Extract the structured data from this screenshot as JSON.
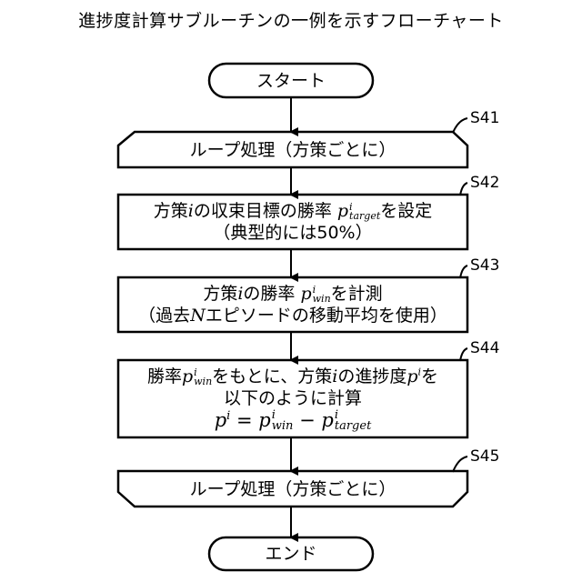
{
  "title": "進捗度計算サブルーチンの一例を示すフローチャート",
  "start": {
    "label": "スタート"
  },
  "end": {
    "label": "エンド"
  },
  "steps": {
    "s41": {
      "id": "S41",
      "label": "ループ処理（方策ごとに）"
    },
    "s42": {
      "id": "S42",
      "line1_pre": "方策",
      "line1_var": "i",
      "line1_mid": "の収束目標の勝率",
      "p": "p",
      "sup": "i",
      "sub": "target",
      "line1_post": "を設定",
      "line2": "（典型的には50%）"
    },
    "s43": {
      "id": "S43",
      "line1_pre": "方策",
      "line1_var": "i",
      "line1_mid": "の勝率",
      "p": "p",
      "sup": "i",
      "sub": "win",
      "line1_post": "を計測",
      "line2_pre": "（過去",
      "line2_var": "N",
      "line2_post": "エピソードの移動平均を使用）"
    },
    "s44": {
      "id": "S44",
      "line1_pre": "勝率",
      "p": "p",
      "sup": "i",
      "sub_win": "win",
      "line1_mid": "をもとに、方策",
      "line1_var": "i",
      "line1_mid2": "の進捗度",
      "line1_post": "を",
      "line2": "以下のように計算",
      "eq_eq": "=",
      "eq_minus": "−",
      "sub_target": "target"
    },
    "s45": {
      "id": "S45",
      "label": "ループ処理（方策ごとに）"
    }
  }
}
